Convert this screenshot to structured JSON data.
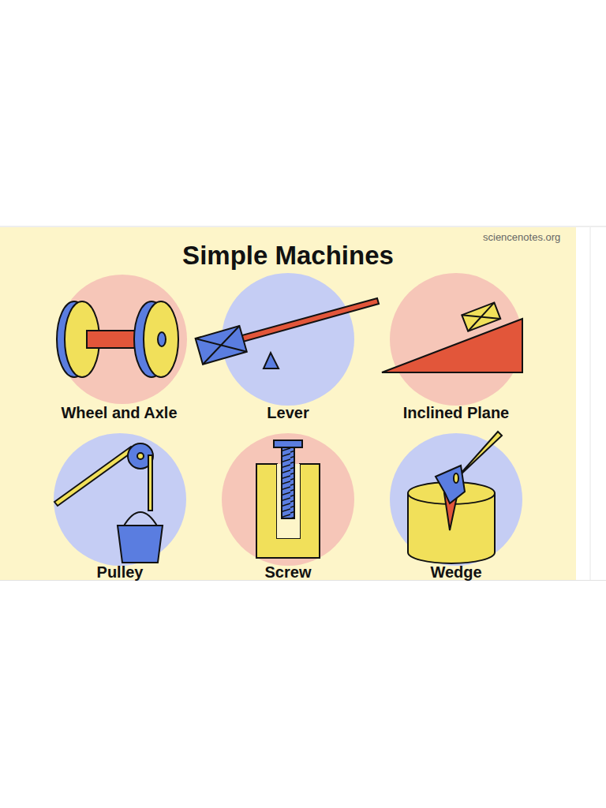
{
  "diagram": {
    "title": "Simple Machines",
    "labels": [
      "sciencenotes.org",
      "Wheel and Axle",
      "Lever",
      "Inclined Plane",
      "Pulley",
      "Screw",
      "Wedge"
    ]
  }
}
